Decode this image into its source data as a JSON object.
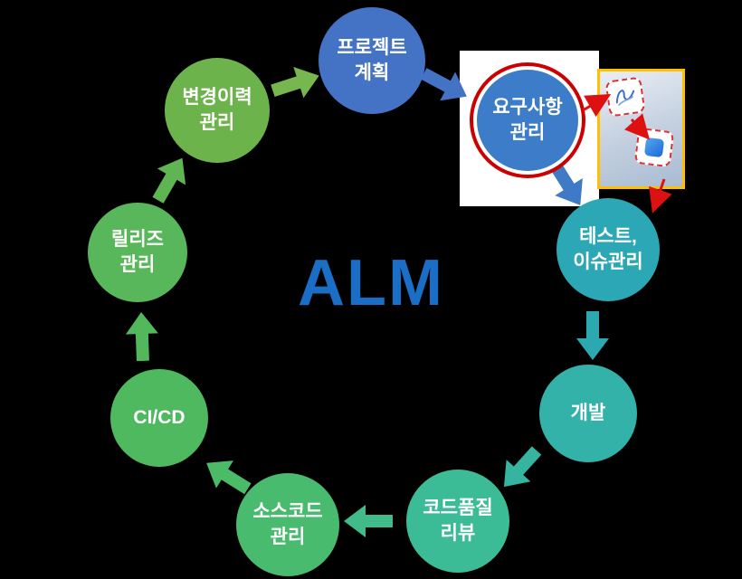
{
  "diagram": {
    "center_label": "ALM",
    "center_color": "#1a6ec5",
    "background": "#000000"
  },
  "nodes": [
    {
      "label": "프로젝트 계획",
      "line1": "프로젝트",
      "line2": "계획",
      "color": "#4473c5"
    },
    {
      "label": "요구사항 관리",
      "line1": "요구사항",
      "line2": "관리",
      "color": "#3d7cc9",
      "highlight_ring": "#cc0000"
    },
    {
      "label": "테스트, 이슈관리",
      "line1": "테스트,",
      "line2": "이슈관리",
      "color": "#2ba7b5"
    },
    {
      "label": "개발",
      "line1": "개발",
      "line2": "",
      "color": "#32b2a8"
    },
    {
      "label": "코드품질 리뷰",
      "line1": "코드품질",
      "line2": "리뷰",
      "color": "#3cbb97"
    },
    {
      "label": "소스코드 관리",
      "line1": "소스코드",
      "line2": "관리",
      "color": "#49bb6e"
    },
    {
      "label": "CI/CD",
      "line1": "CI/CD",
      "line2": "",
      "color": "#4fb95f"
    },
    {
      "label": "릴리즈 관리",
      "line1": "릴리즈",
      "line2": "관리",
      "color": "#58b75a"
    },
    {
      "label": "변경이력 관리",
      "line1": "변경이력",
      "line2": "관리",
      "color": "#6db34c"
    }
  ],
  "arrows": [
    {
      "from": "변경이력 관리",
      "to": "프로젝트 계획",
      "color": "#76b74f"
    },
    {
      "from": "프로젝트 계획",
      "to": "요구사항 관리",
      "color": "#4472c4"
    },
    {
      "from": "요구사항 관리",
      "to": "테스트, 이슈관리",
      "color": "#3f7ac6"
    },
    {
      "from": "테스트, 이슈관리",
      "to": "개발",
      "color": "#2ca9b0"
    },
    {
      "from": "개발",
      "to": "코드품질 리뷰",
      "color": "#35b5a0"
    },
    {
      "from": "코드품질 리뷰",
      "to": "소스코드 관리",
      "color": "#41bb8a"
    },
    {
      "from": "소스코드 관리",
      "to": "CI/CD",
      "color": "#4bbb67"
    },
    {
      "from": "CI/CD",
      "to": "릴리즈 관리",
      "color": "#53b85c"
    },
    {
      "from": "릴리즈 관리",
      "to": "변경이력 관리",
      "color": "#60b553"
    }
  ],
  "highlight": {
    "ring_color": "#cc0000",
    "connector_color": "#dd1111",
    "panel_color": "#ffffff"
  },
  "inset": {
    "border_color": "#ffc000",
    "icons": [
      "sketch-icon",
      "blue-app-icon"
    ]
  }
}
